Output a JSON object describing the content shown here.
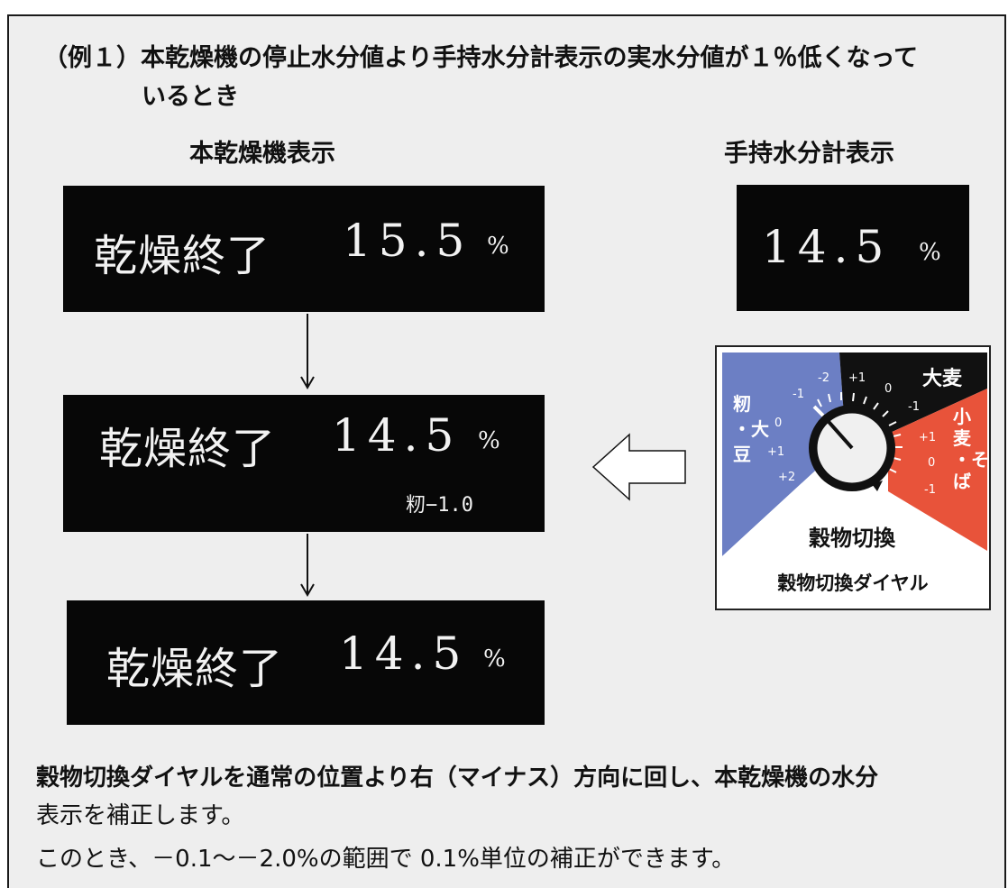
{
  "doc": {
    "title_line1": "（例１）本乾燥機の停止水分値より手持水分計表示の実水分値が１％低くなって",
    "title_line2": "いるとき",
    "label_dryer": "本乾燥機表示",
    "label_meter": "手持水分計表示",
    "body_line1": "穀物切換ダイヤルを通常の位置より右（マイナス）方向に回し、本乾燥機の水分",
    "body_line2": "表示を補正します。",
    "body_line3": "このとき、－0.1～－2.0%の範囲で 0.1%単位の補正ができます。"
  },
  "displays": {
    "before": {
      "message": "乾燥終了",
      "value": "15.5",
      "unit": "%"
    },
    "adjusting": {
      "message": "乾燥終了",
      "value": "14.5",
      "unit": "%",
      "correction": "籾−1.0"
    },
    "after": {
      "message": "乾燥終了",
      "value": "14.5",
      "unit": "%"
    },
    "meter": {
      "value": "14.5",
      "unit": "%"
    }
  },
  "dial": {
    "caption": "穀物切換ダイヤル",
    "center_label": "穀物切換",
    "zone_rice_soy": "籾・大豆",
    "zone_barley": "大麦",
    "zone_wheat_buckwheat": "小麦・そば",
    "scale_left": [
      "-2",
      "-1",
      "0",
      "+1",
      "+2"
    ],
    "scale_top": [
      "+1",
      "0",
      "-1"
    ],
    "scale_right": [
      "+1",
      "0",
      "-1"
    ],
    "colors": {
      "rice_soy": "#6c7fc4",
      "barley": "#111111",
      "wheat": "#e8533a"
    }
  }
}
